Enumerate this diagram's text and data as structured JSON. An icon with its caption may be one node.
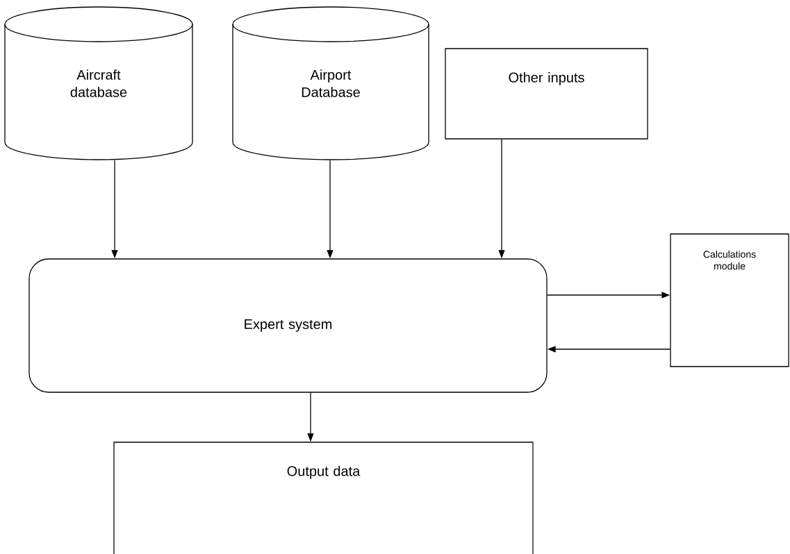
{
  "diagram": {
    "nodes": [
      {
        "text": [
          "Aircraft database"
        ]
      },
      {
        "text": [
          "Airport Database"
        ]
      },
      {
        "text": [
          "Other inputs"
        ]
      },
      {
        "text": [
          "Expert system"
        ]
      },
      {
        "text": [
          "Calculations module"
        ]
      },
      {
        "text": [
          "Output data"
        ]
      }
    ],
    "edges": [
      {
        "from": 0,
        "to": 3,
        "arrow": "to"
      },
      {
        "from": 1,
        "to": 3,
        "arrow": "to"
      },
      {
        "from": 2,
        "to": 3,
        "arrow": "to"
      },
      {
        "from": 3,
        "to": 4,
        "arrow": "to"
      },
      {
        "from": 4,
        "to": 3,
        "arrow": "to"
      },
      {
        "from": 3,
        "to": 5,
        "arrow": "to"
      }
    ]
  }
}
